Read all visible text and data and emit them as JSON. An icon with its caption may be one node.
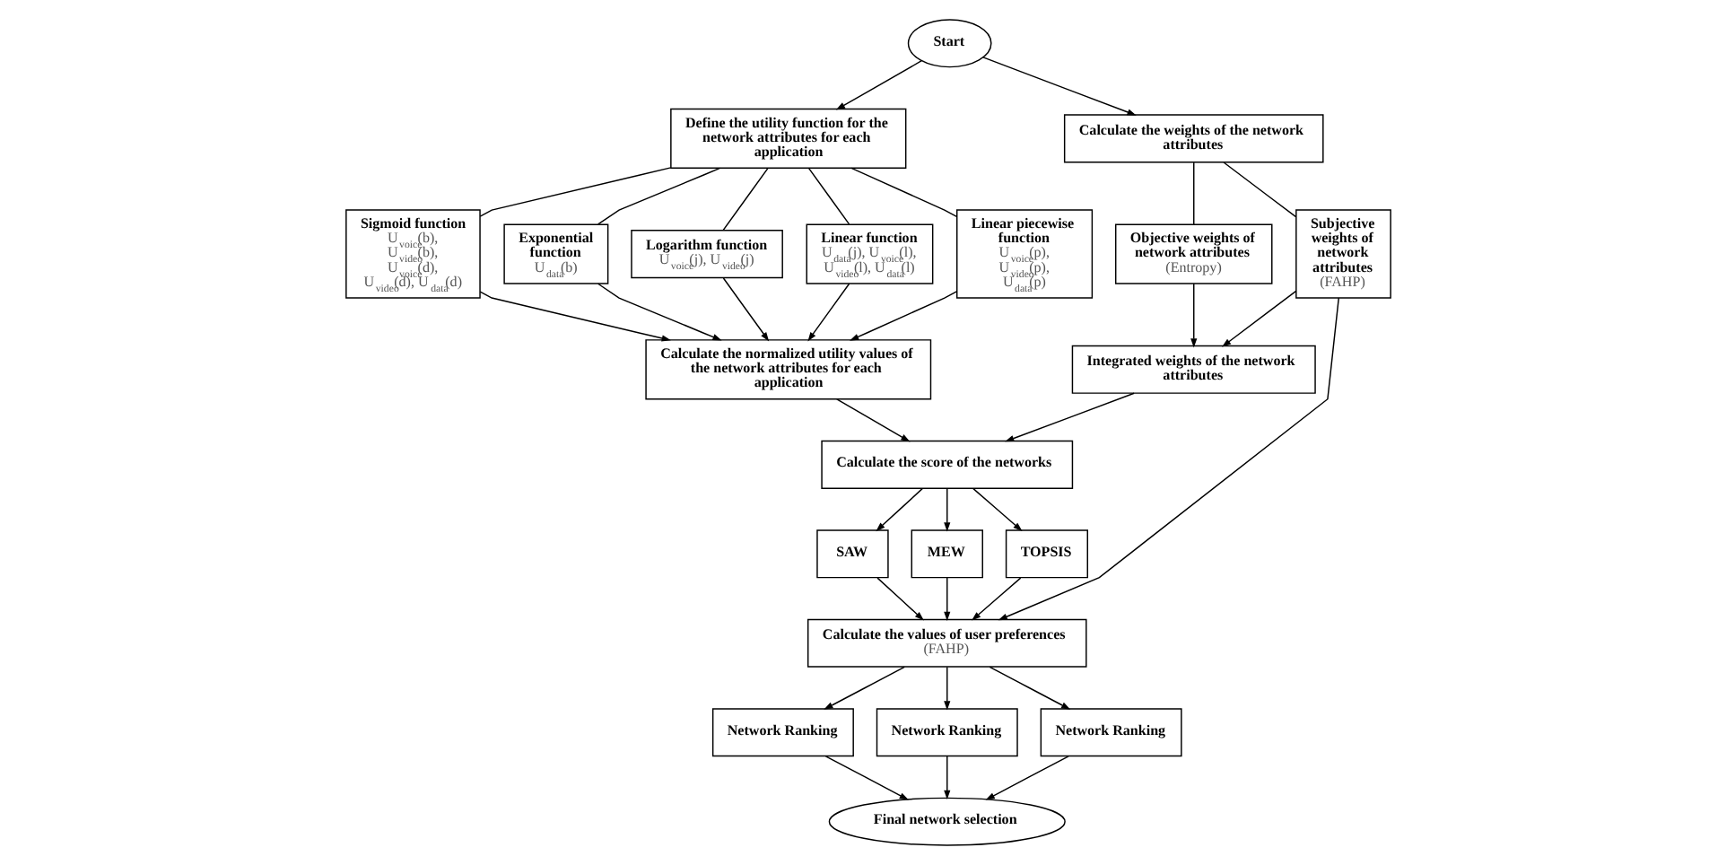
{
  "diagram": {
    "nodes": [
      {
        "text": [
          "Start"
        ]
      },
      {
        "text": [
          "Define the utility function for the network attributes for each application"
        ]
      },
      {
        "text": [
          "Calculate the weights of the network attributes"
        ]
      },
      {
        "text": [
          "Sigmoid function",
          "U$_{voice}$(b), U$_{video}$(b), U$_{voice}$(d), U$_{video}$(d), U$_{data}$(d)"
        ]
      },
      {
        "text": [
          "Exponential function",
          "U$_{data}$(b)"
        ]
      },
      {
        "text": [
          "Logarithm function",
          "U$_{voice}$(j), U$_{video}$(j)"
        ]
      },
      {
        "text": [
          "Linear function",
          "U$_{data}$(j), U$_{voice}$(l), U$_{video}$(l), U$_{data}$(l)"
        ]
      },
      {
        "text": [
          "Linear piecewise function",
          "U$_{voice}$(p), U$_{video}$(p), U$_{data}$(p)"
        ]
      },
      {
        "text": [
          "Objective weights of network attributes",
          "(Entropy)"
        ]
      },
      {
        "text": [
          "Subjective weights of network attributes",
          "(FAHP)"
        ]
      },
      {
        "text": [
          "Calculate the normalized utility values of the network attributes for each application"
        ]
      },
      {
        "text": [
          "Integrated weights of the network attributes"
        ]
      },
      {
        "text": [
          "Calculate the score of the networks"
        ]
      },
      {
        "text": [
          "SAW"
        ]
      },
      {
        "text": [
          "MEW"
        ]
      },
      {
        "text": [
          "TOPSIS"
        ]
      },
      {
        "text": [
          "Calculate the values of user preferences",
          "(FAHP)"
        ]
      },
      {
        "text": [
          "Network Ranking"
        ]
      },
      {
        "text": [
          "Network Ranking"
        ]
      },
      {
        "text": [
          "Network Ranking"
        ]
      },
      {
        "text": [
          "Final network selection"
        ]
      }
    ],
    "edges": [
      {
        "from": 0,
        "to": 1,
        "arrow": "to"
      },
      {
        "from": 0,
        "to": 2,
        "arrow": "to"
      },
      {
        "from": 1,
        "to": 3,
        "arrow": "none"
      },
      {
        "from": 1,
        "to": 4,
        "arrow": "none"
      },
      {
        "from": 1,
        "to": 5,
        "arrow": "none"
      },
      {
        "from": 1,
        "to": 6,
        "arrow": "none"
      },
      {
        "from": 1,
        "to": 7,
        "arrow": "none"
      },
      {
        "from": 2,
        "to": 8,
        "arrow": "none"
      },
      {
        "from": 2,
        "to": 9,
        "arrow": "none"
      },
      {
        "from": 3,
        "to": 10,
        "arrow": "to"
      },
      {
        "from": 4,
        "to": 10,
        "arrow": "to"
      },
      {
        "from": 5,
        "to": 10,
        "arrow": "to"
      },
      {
        "from": 6,
        "to": 10,
        "arrow": "to"
      },
      {
        "from": 7,
        "to": 10,
        "arrow": "to"
      },
      {
        "from": 8,
        "to": 11,
        "arrow": "to"
      },
      {
        "from": 9,
        "to": 11,
        "arrow": "to"
      },
      {
        "from": 10,
        "to": 12,
        "arrow": "to"
      },
      {
        "from": 11,
        "to": 12,
        "arrow": "to"
      },
      {
        "from": 12,
        "to": 13,
        "arrow": "to"
      },
      {
        "from": 12,
        "to": 14,
        "arrow": "to"
      },
      {
        "from": 12,
        "to": 15,
        "arrow": "to"
      },
      {
        "from": 13,
        "to": 16,
        "arrow": "to"
      },
      {
        "from": 14,
        "to": 16,
        "arrow": "to"
      },
      {
        "from": 15,
        "to": 16,
        "arrow": "to"
      },
      {
        "from": 9,
        "to": 16,
        "arrow": "to"
      },
      {
        "from": 16,
        "to": 17,
        "arrow": "to"
      },
      {
        "from": 16,
        "to": 18,
        "arrow": "to"
      },
      {
        "from": 16,
        "to": 19,
        "arrow": "to"
      },
      {
        "from": 17,
        "to": 20,
        "arrow": "to"
      },
      {
        "from": 18,
        "to": 20,
        "arrow": "to"
      },
      {
        "from": 19,
        "to": 20,
        "arrow": "to"
      }
    ]
  }
}
